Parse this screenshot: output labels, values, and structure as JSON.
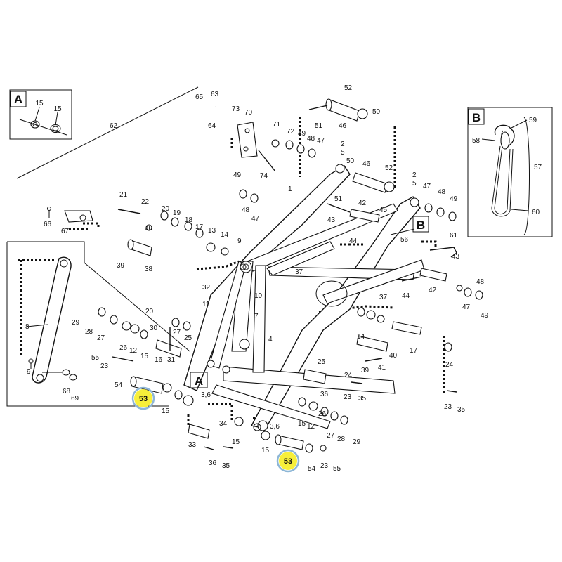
{
  "detail_a": {
    "letter": "A",
    "labels": [
      "15",
      "15"
    ]
  },
  "detail_b": {
    "letter": "B",
    "labels": [
      "59",
      "58",
      "57",
      "60"
    ]
  },
  "callout_letters": [
    "A",
    "B"
  ],
  "highlight": {
    "label": "53",
    "color": "#f7ef3a",
    "ring_color": "#8db6d6"
  },
  "part_labels": {
    "p62": "62",
    "p65": "65",
    "p63": "63",
    "p64": "64",
    "p66": "66",
    "p67": "67",
    "p73": "73",
    "p70": "70",
    "p71": "71",
    "p72": "72",
    "p49a": "49",
    "p48a": "48",
    "p47a": "47",
    "p74": "74",
    "p52a": "52",
    "p50a": "50",
    "p51a": "51",
    "p46a": "46",
    "p2a": "2",
    "p5a": "5",
    "p50b": "50",
    "p46b": "46",
    "p52b": "52",
    "p1": "1",
    "p49b": "49",
    "p48b": "48",
    "p47b": "47",
    "p51b": "51",
    "p42a": "42",
    "p45a": "45",
    "p43a": "43",
    "p44a": "44",
    "p2b": "2",
    "p5b": "5",
    "p47c": "47",
    "p48c": "48",
    "p49c": "49",
    "p56": "56",
    "p61": "61",
    "p21": "21",
    "p22": "22",
    "p20a": "20",
    "p19": "19",
    "p18": "18",
    "p17a": "17",
    "p13": "13",
    "p14": "14",
    "p40a": "40",
    "p39a": "39",
    "p38": "38",
    "p9a": "9",
    "p37": "37",
    "p32": "32",
    "p11": "11",
    "p10": "10",
    "p7": "7",
    "p43b": "43",
    "p42b": "42",
    "p44b": "44",
    "p37b": "37",
    "p48d": "48",
    "p47d": "47",
    "p49d": "49",
    "p8": "8",
    "p9b": "9",
    "p68": "68",
    "p69": "69",
    "p29a": "29",
    "p20b": "20",
    "p28a": "28",
    "p27a": "27",
    "p26a": "26",
    "p12a": "12",
    "p15a": "15",
    "p30": "30",
    "p27b": "27",
    "p25a": "25",
    "p31": "31",
    "p16a": "16",
    "p55a": "55",
    "p23a": "23",
    "p54a": "54",
    "p3_6a": "3,6",
    "p15b": "15",
    "p4": "4",
    "p14b": "14",
    "p40b": "40",
    "p17b": "17",
    "p24a": "24",
    "p39b": "39",
    "p41": "41",
    "p25b": "25",
    "p36a": "36",
    "p23b": "23",
    "p35a": "35",
    "p24b": "24",
    "p23c": "23",
    "p35b": "35",
    "p15c": "15",
    "p12b": "12",
    "p26b": "26",
    "p27c": "27",
    "p28b": "28",
    "p29b": "29",
    "p33": "33",
    "p34": "34",
    "p15d": "15",
    "p36b": "36",
    "p35c": "35",
    "p3_6b": "3,6",
    "p15e": "15",
    "p54b": "54",
    "p23d": "23",
    "p55b": "55"
  }
}
